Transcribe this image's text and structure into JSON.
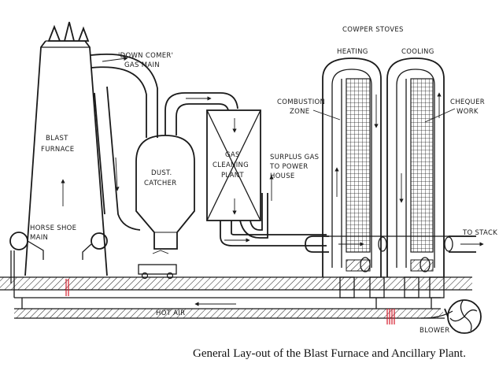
{
  "labels": {
    "cowper_stoves": "COWPER STOVES",
    "heating": "HEATING",
    "cooling": "COOLING",
    "down_comer": "'DOWN COMER'",
    "gas_main": "GAS MAIN",
    "blast": "BLAST",
    "furnace": "FURNACE",
    "dust": "DUST.",
    "catcher": "CATCHER",
    "gas": "GAS",
    "cleaning": "CLEANING",
    "plant": "PLANT",
    "surplus_gas_to": "SURPLUS GAS",
    "to_power": "TO POWER",
    "house": "HOUSE",
    "combustion": "COMBUSTION",
    "zone": "ZONE",
    "chequer": "CHEQUER",
    "work": "WORK",
    "horse_shoe": "HORSE SHOE",
    "main": "MAIN",
    "to_stack": "TO STACK",
    "hot_air": "HOT AIR",
    "blower": "BLOWER"
  },
  "caption": "General Lay-out of the Blast Furnace and Ancillary Plant."
}
